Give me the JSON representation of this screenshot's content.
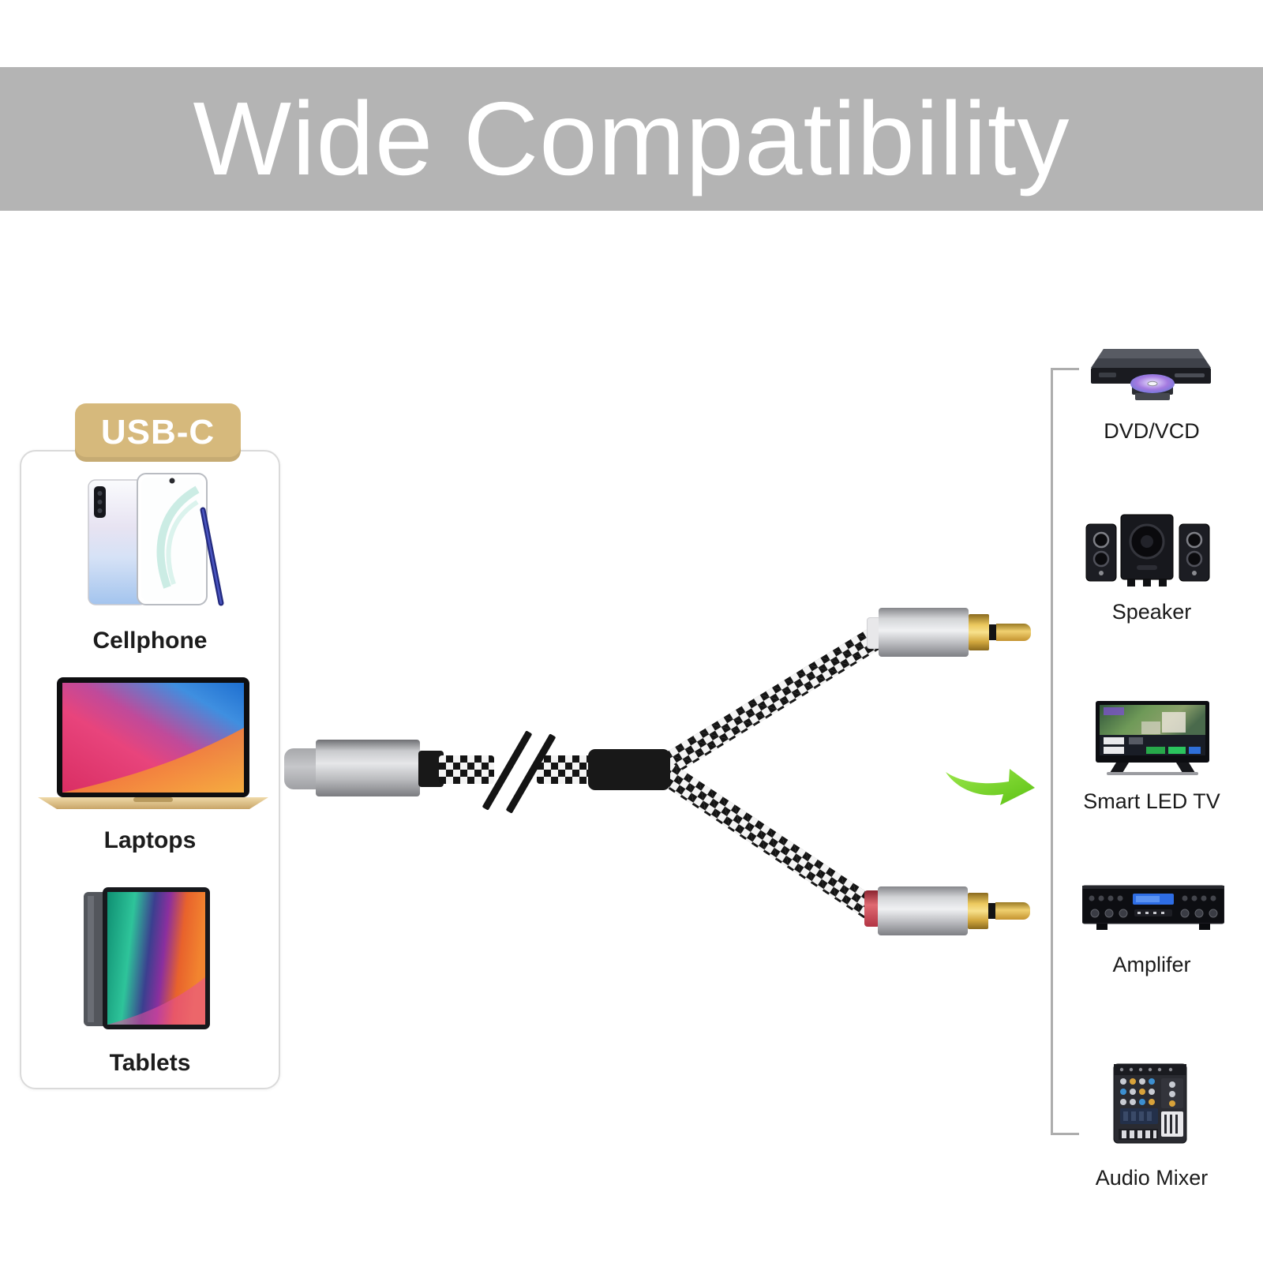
{
  "header": {
    "title": "Wide Compatibility"
  },
  "usb_c_panel": {
    "badge_label": "USB-C",
    "devices": [
      {
        "label": "Cellphone"
      },
      {
        "label": "Laptops"
      },
      {
        "label": "Tablets"
      }
    ]
  },
  "compatible_devices": [
    {
      "label": "DVD/VCD"
    },
    {
      "label": "Speaker"
    },
    {
      "label": "Smart LED TV"
    },
    {
      "label": "Amplifer"
    },
    {
      "label": "Audio Mixer"
    }
  ],
  "colors": {
    "banner_gray": "#b4b4b4",
    "badge_tan": "#d6b97c",
    "arrow_green": "#6fd31c",
    "rca_red": "#e06a72",
    "cable_black": "#181818"
  }
}
